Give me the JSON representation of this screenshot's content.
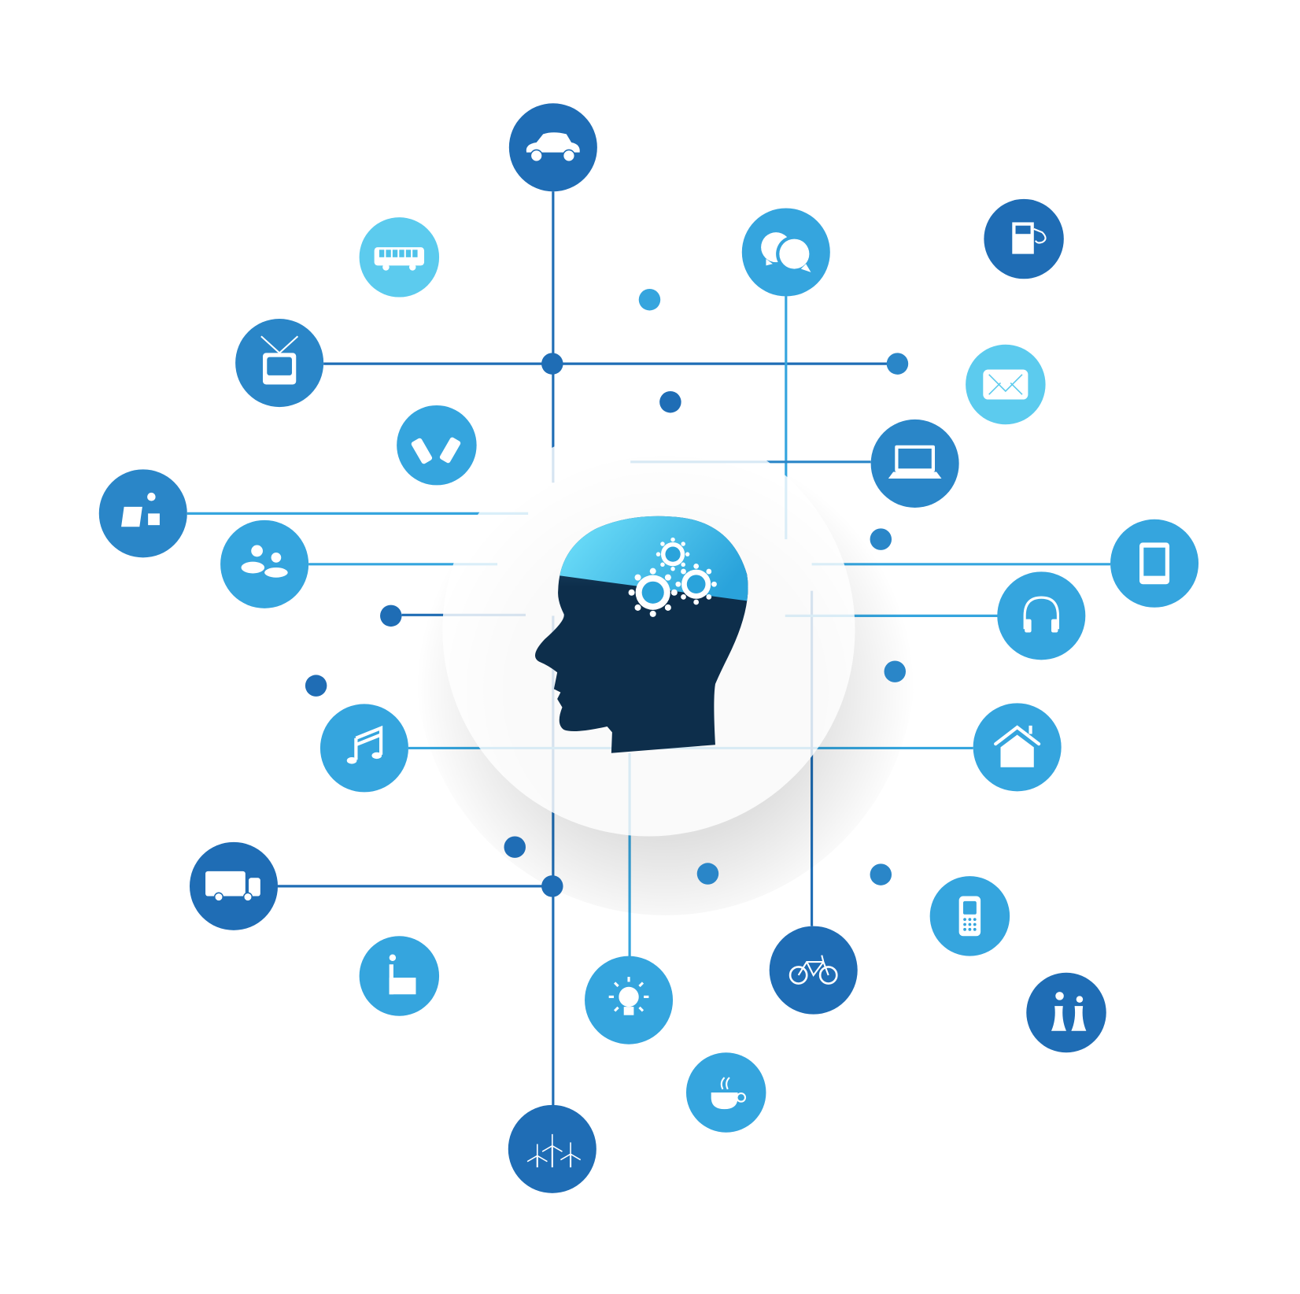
{
  "colors": {
    "dark": "#1f6db5",
    "mid": "#2a86c8",
    "bright": "#35a5de",
    "light": "#5ccbee",
    "head": "#0d2e4b",
    "head_top": "#3cc0ec"
  },
  "nodes": [
    {
      "id": "car",
      "icon": "car-icon",
      "tone": "dark"
    },
    {
      "id": "bus",
      "icon": "bus-icon",
      "tone": "light"
    },
    {
      "id": "tv",
      "icon": "tv-icon",
      "tone": "mid"
    },
    {
      "id": "phones",
      "icon": "mobile-phones-icon",
      "tone": "bright"
    },
    {
      "id": "solar",
      "icon": "solar-panel-icon",
      "tone": "mid"
    },
    {
      "id": "people",
      "icon": "people-icon",
      "tone": "bright"
    },
    {
      "id": "music",
      "icon": "music-note-icon",
      "tone": "bright"
    },
    {
      "id": "truck",
      "icon": "truck-icon",
      "tone": "dark"
    },
    {
      "id": "factory",
      "icon": "factory-icon",
      "tone": "bright"
    },
    {
      "id": "bulb",
      "icon": "light-bulb-icon",
      "tone": "bright"
    },
    {
      "id": "wind",
      "icon": "wind-turbines-icon",
      "tone": "dark"
    },
    {
      "id": "coffee",
      "icon": "coffee-cup-icon",
      "tone": "bright"
    },
    {
      "id": "bike",
      "icon": "bicycle-icon",
      "tone": "dark"
    },
    {
      "id": "mobile",
      "icon": "mobile-phone-icon",
      "tone": "bright"
    },
    {
      "id": "plant",
      "icon": "power-plant-icon",
      "tone": "dark"
    },
    {
      "id": "house",
      "icon": "house-icon",
      "tone": "bright"
    },
    {
      "id": "headphones",
      "icon": "headphones-icon",
      "tone": "bright"
    },
    {
      "id": "tablet",
      "icon": "tablet-icon",
      "tone": "bright"
    },
    {
      "id": "laptop",
      "icon": "laptop-icon",
      "tone": "mid"
    },
    {
      "id": "mail",
      "icon": "envelope-icon",
      "tone": "light"
    },
    {
      "id": "fuel",
      "icon": "fuel-pump-icon",
      "tone": "dark"
    },
    {
      "id": "chat",
      "icon": "chat-bubbles-icon",
      "tone": "bright"
    }
  ],
  "center": {
    "icon": "head-with-gears-icon"
  }
}
